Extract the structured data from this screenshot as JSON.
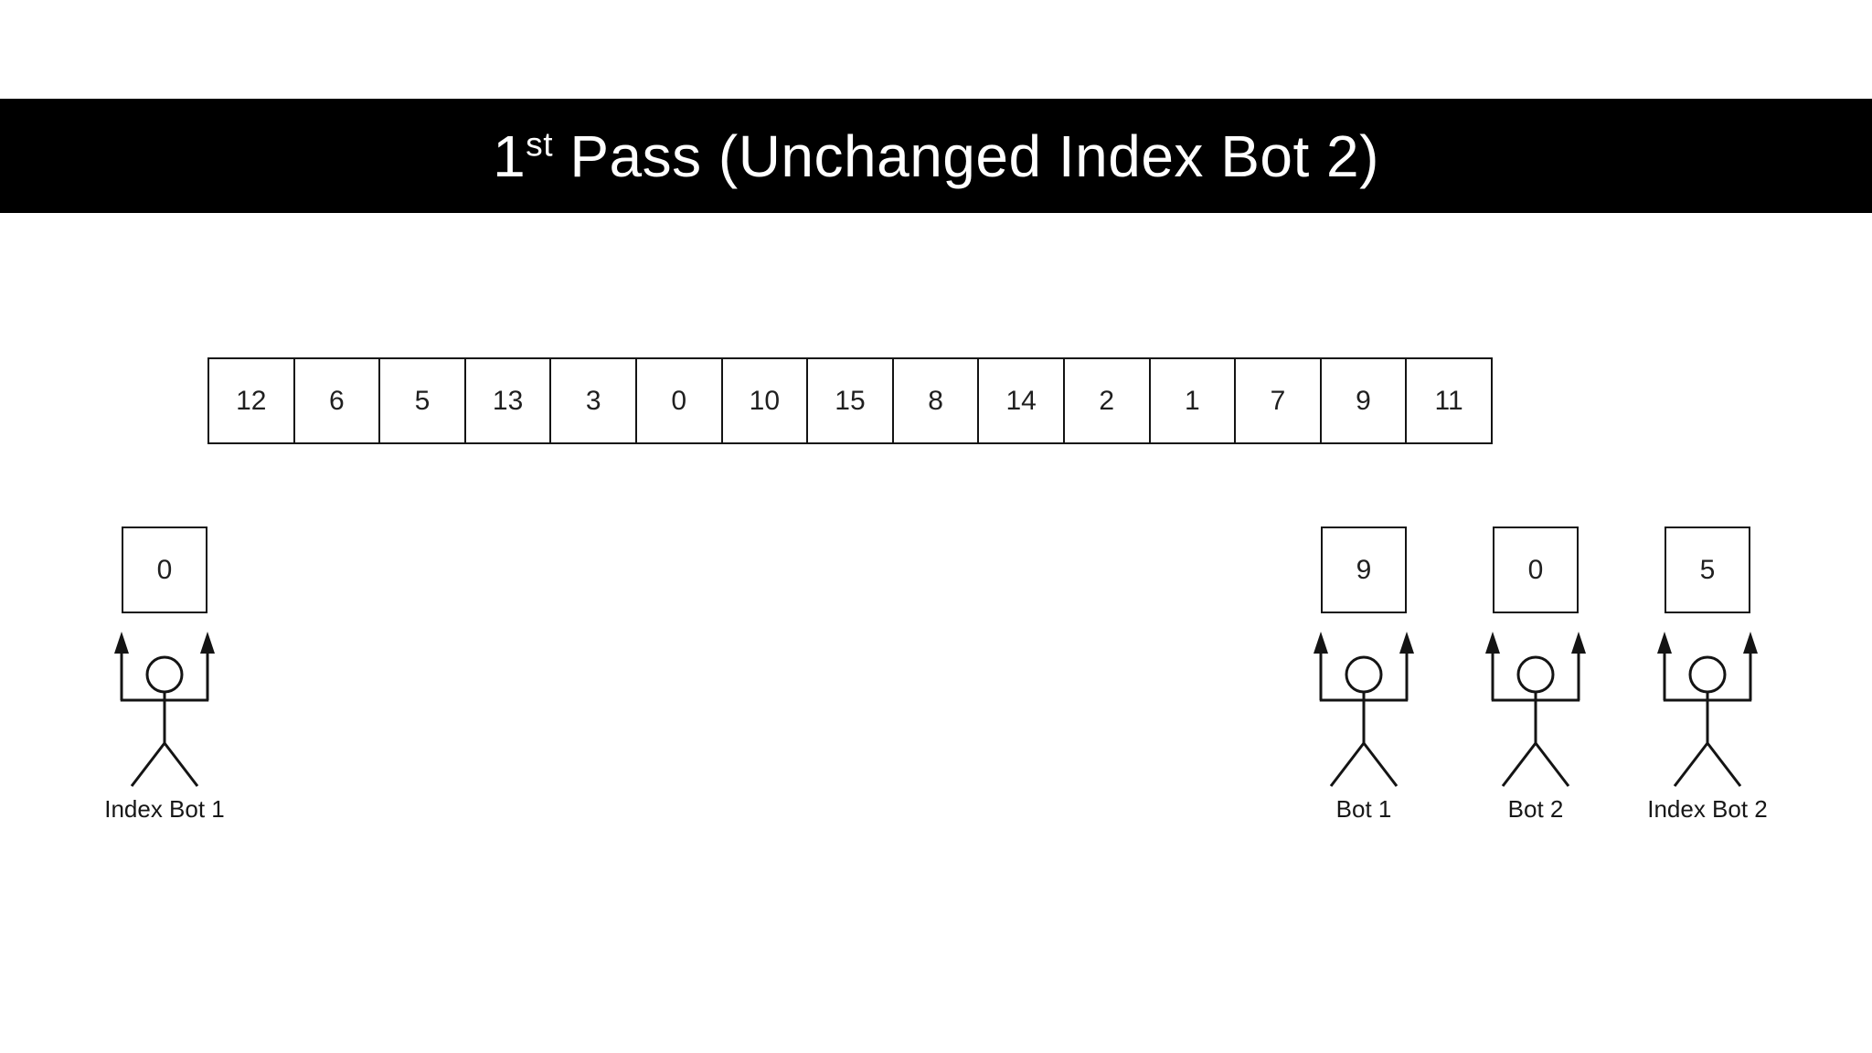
{
  "title": {
    "number": "1",
    "ordinal_suffix": "st",
    "rest": " Pass (Unchanged Index Bot 2)"
  },
  "array": {
    "cells": [
      "12",
      "6",
      "5",
      "13",
      "3",
      "0",
      "10",
      "15",
      "8",
      "14",
      "2",
      "1",
      "7",
      "9",
      "11"
    ]
  },
  "bots": [
    {
      "id": "index-bot-1",
      "label": "Index Bot 1",
      "value": "0"
    },
    {
      "id": "bot-1",
      "label": "Bot 1",
      "value": "9"
    },
    {
      "id": "bot-2",
      "label": "Bot 2",
      "value": "0"
    },
    {
      "id": "index-bot-2",
      "label": "Index Bot 2",
      "value": "5"
    }
  ],
  "colors": {
    "title_bar_bg": "#000000",
    "title_text": "#ffffff",
    "line": "#141414",
    "canvas_bg": "#ffffff"
  }
}
